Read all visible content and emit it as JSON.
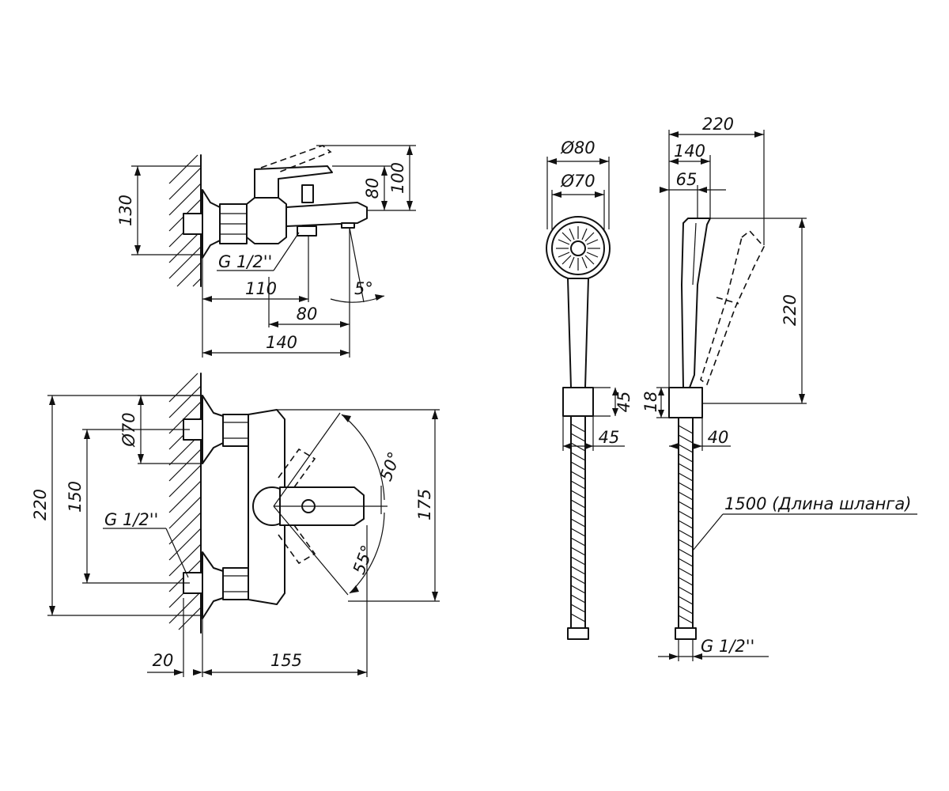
{
  "top_view": {
    "dim_130": "130",
    "dim_80_height": "80",
    "dim_100": "100",
    "dim_g_half": "G 1/2''",
    "dim_110": "110",
    "dim_80_length": "80",
    "dim_140": "140",
    "dim_angle": "5°"
  },
  "front_view": {
    "dim_diameter_70": "Ø70",
    "dim_220": "220",
    "dim_150": "150",
    "dim_g_half": "G 1/2''",
    "dim_angle_50": "50°",
    "dim_angle_55": "55°",
    "dim_175": "175",
    "dim_20": "20",
    "dim_155": "155"
  },
  "shower_front": {
    "dim_diameter_80": "Ø80",
    "dim_diameter_70": "Ø70",
    "dim_45_height": "45",
    "dim_45_width": "45"
  },
  "shower_side": {
    "dim_220_width": "220",
    "dim_140": "140",
    "dim_65": "65",
    "dim_220_height": "220",
    "dim_18": "18",
    "dim_40": "40",
    "hose_label": "1500 (Длина шланга)",
    "dim_g_half": "G 1/2''"
  }
}
